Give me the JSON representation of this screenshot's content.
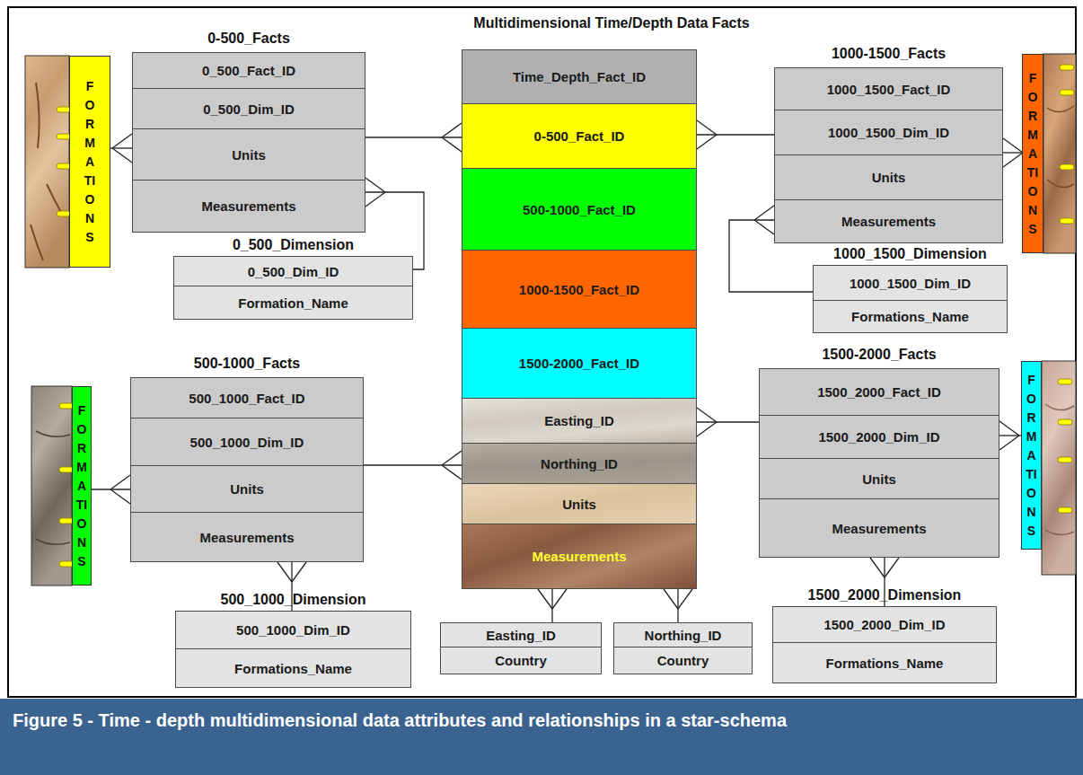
{
  "diagram": {
    "title": "Multidimensional Time/Depth Data Facts",
    "caption": "Figure 5 - Time - depth multidimensional data attributes and relationships in a star-schema",
    "nodes": [
      {
        "text": [
          "0-500_Facts"
        ]
      },
      {
        "text": [
          "0_500_Fact_ID"
        ],
        "in": 0
      },
      {
        "text": [
          "0_500_Dim_ID"
        ],
        "in": 0
      },
      {
        "text": [
          "Units"
        ],
        "in": 0
      },
      {
        "text": [
          "Measurements"
        ],
        "in": 0
      },
      {
        "text": [
          "FORMATIONS"
        ]
      },
      {
        "text": [
          "0_500_Dimension",
          "0_500_Dim_ID",
          "Formation_Name"
        ]
      },
      {
        "text": [
          "Time_Depth_Fact_ID"
        ]
      },
      {
        "text": [
          "0-500_Fact_ID"
        ]
      },
      {
        "text": [
          "500-1000_Fact_ID"
        ]
      },
      {
        "text": [
          "1000-1500_Fact_ID"
        ]
      },
      {
        "text": [
          "1500-2000_Fact_ID"
        ]
      },
      {
        "text": [
          "Easting_ID"
        ]
      },
      {
        "text": [
          "Northing_ID"
        ]
      },
      {
        "text": [
          "Units"
        ]
      },
      {
        "text": [
          "Measurements"
        ]
      },
      {
        "text": [
          "1000-1500_Facts"
        ]
      },
      {
        "text": [
          "1000_1500_Fact_ID"
        ],
        "in": 16
      },
      {
        "text": [
          "1000_1500_Dim_ID"
        ],
        "in": 16
      },
      {
        "text": [
          "Units"
        ],
        "in": 16
      },
      {
        "text": [
          "Measurements"
        ],
        "in": 16
      },
      {
        "text": [
          "FORMATIONS"
        ]
      },
      {
        "text": [
          "1000_1500_Dimension",
          "1000_1500_Dim_ID",
          "Formations_Name"
        ]
      },
      {
        "text": [
          "500-1000_Facts"
        ]
      },
      {
        "text": [
          "500_1000_Fact_ID"
        ],
        "in": 23
      },
      {
        "text": [
          "500_1000_Dim_ID"
        ],
        "in": 23
      },
      {
        "text": [
          "Units"
        ],
        "in": 23
      },
      {
        "text": [
          "Measurements"
        ],
        "in": 23
      },
      {
        "text": [
          "FORMATIONS"
        ]
      },
      {
        "text": [
          "500_1000_Dimension",
          "500_1000_Dim_ID",
          "Formations_Name"
        ]
      },
      {
        "text": [
          "1500-2000_Facts"
        ]
      },
      {
        "text": [
          "1500_2000_Fact_ID"
        ],
        "in": 30
      },
      {
        "text": [
          "1500_2000_Dim_ID"
        ],
        "in": 30
      },
      {
        "text": [
          "Units"
        ],
        "in": 30
      },
      {
        "text": [
          "Measurements"
        ],
        "in": 30
      },
      {
        "text": [
          "FORMATIONS"
        ]
      },
      {
        "text": [
          "1500_2000_Dimension",
          "1500_2000_Dim_ID",
          "Formations_Name"
        ]
      },
      {
        "text": [
          "Easting_ID",
          "Country"
        ]
      },
      {
        "text": [
          "Northing_ID",
          "Country"
        ]
      }
    ],
    "edges": [
      {
        "from": 5,
        "to": 0,
        "arrow": "to"
      },
      {
        "from": 3,
        "to": 8,
        "arrow": "to"
      },
      {
        "from": 6,
        "to": 4,
        "arrow": "to"
      },
      {
        "from": 21,
        "to": 16,
        "arrow": "to"
      },
      {
        "from": 18,
        "to": 8,
        "arrow": "to"
      },
      {
        "from": 22,
        "to": 20,
        "arrow": "to"
      },
      {
        "from": 28,
        "to": 23,
        "arrow": "to"
      },
      {
        "from": 23,
        "to": 13,
        "arrow": "to"
      },
      {
        "from": 29,
        "to": 27,
        "arrow": "to"
      },
      {
        "from": 35,
        "to": 30,
        "arrow": "to"
      },
      {
        "from": 30,
        "to": 12,
        "arrow": "to"
      },
      {
        "from": 36,
        "to": 34,
        "arrow": "to"
      },
      {
        "from": 37,
        "to": 15,
        "arrow": "to"
      },
      {
        "from": 38,
        "to": 15,
        "arrow": "to"
      }
    ]
  }
}
